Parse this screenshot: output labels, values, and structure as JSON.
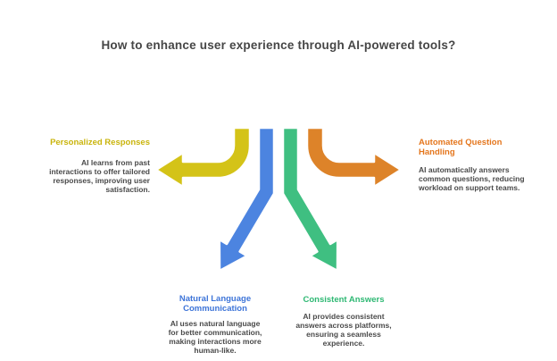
{
  "title": "How to enhance user experience through AI-powered tools?",
  "colors": {
    "title_text": "#464646",
    "body_text": "#4a4a4a",
    "yellow_arrow": "#d4c318",
    "orange_arrow": "#dd8329",
    "blue_arrow": "#4c84e0",
    "green_arrow": "#3fbf81",
    "yellow_heading": "#c9b40b",
    "orange_heading": "#e4761d",
    "blue_heading": "#3d74d8",
    "green_heading": "#2eb873"
  },
  "branches": {
    "personalized_responses": {
      "heading": "Personalized Responses",
      "body": "AI learns from past\ninteractions to offer tailored\nresponses, improving user\nsatisfaction."
    },
    "automated_question_handling": {
      "heading": "Automated Question\nHandling",
      "body": "AI automatically answers\ncommon questions, reducing\nworkload on support teams."
    },
    "natural_language_communication": {
      "heading": "Natural Language\nCommunication",
      "body": "AI uses natural language\nfor better communication,\nmaking interactions more\nhuman-like."
    },
    "consistent_answers": {
      "heading": "Consistent Answers",
      "body": "AI provides consistent\nanswers across platforms,\nensuring a seamless\nexperience."
    }
  }
}
